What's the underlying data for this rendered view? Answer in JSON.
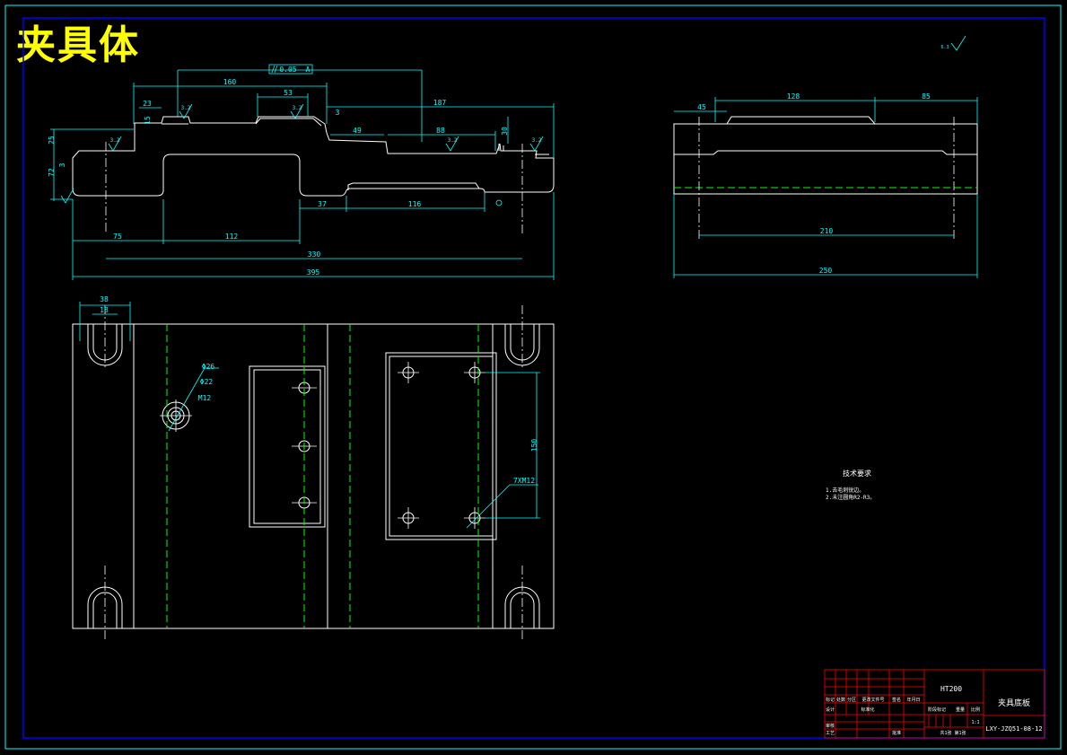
{
  "title": "夹具体",
  "colors": {
    "background": "#000000",
    "border": "#0000ff",
    "outline": "#ffffff",
    "dimension": "#00ffff",
    "centerline": "#00ff00",
    "title_text": "#ffff00",
    "title_block": "#ff0000"
  },
  "front_view": {
    "tolerance": "0.05",
    "tolerance_ref": "A",
    "roughness": [
      "3.2",
      "3.2",
      "3.2",
      "3.2",
      "3.2",
      "3.2"
    ],
    "dims": {
      "d160": "160",
      "d53": "53",
      "d187": "187",
      "d23": "23",
      "d15": "15",
      "d3a": "3",
      "d49": "49",
      "d88": "88",
      "d30": "30",
      "d3b": "3",
      "d72": "72",
      "d2": "25",
      "d37": "37",
      "d116": "116",
      "d75": "75",
      "d112": "112",
      "d330": "330",
      "d395": "395"
    }
  },
  "side_view": {
    "dims": {
      "d45": "45",
      "d128": "128",
      "d85": "85",
      "d210": "210",
      "d250": "250"
    }
  },
  "plan_view": {
    "dims": {
      "d38": "38",
      "d18": "18",
      "d150": "150"
    },
    "labels": {
      "phi26": "Φ26",
      "phi22": "Φ22",
      "m12": "M12",
      "holes": "7XM12"
    }
  },
  "general_roughness": "6.3",
  "notes": {
    "heading": "技术要求",
    "items": [
      "1.去毛刺锐边。",
      "2.未注圆角R2-R3。"
    ]
  },
  "title_block": {
    "material": "HT200",
    "part_name": "夹具底板",
    "drawing_no": "LXY-JZQ51-08-12",
    "scale": "1:1",
    "row_labels": [
      "标记",
      "处数",
      "分区",
      "更改文件号",
      "签名",
      "年月日"
    ],
    "stage_labels": [
      "阶段标记",
      "重量",
      "比例"
    ],
    "sheet_info": "共1张 第1张",
    "left_labels": [
      "设计",
      "审核",
      "工艺",
      "批准"
    ],
    "std": "标准化"
  }
}
